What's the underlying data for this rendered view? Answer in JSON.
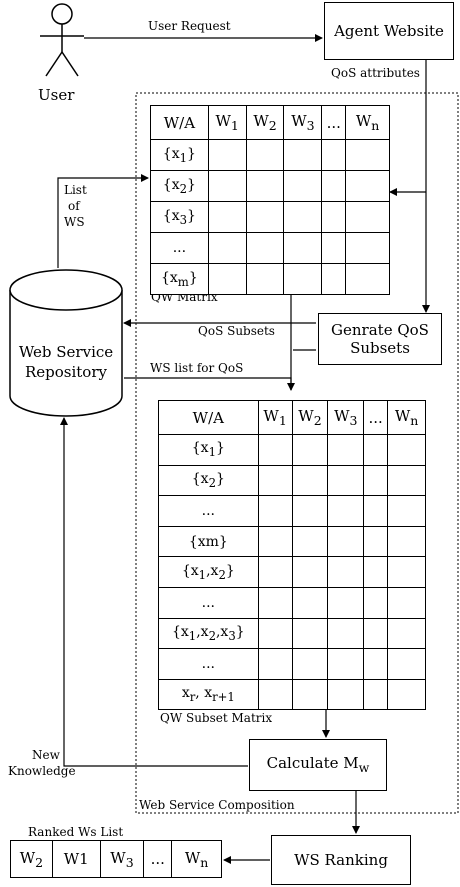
{
  "user": {
    "label": "User"
  },
  "labels": {
    "user_request": "User Request",
    "qos_attributes": "QoS attributes",
    "list_of_ws": [
      "List",
      "of",
      "WS"
    ],
    "qw_matrix": "QW Matrix",
    "qos_subsets": "QoS Subsets",
    "ws_list_for_qos": "WS list for QoS",
    "qw_subset_matrix": "QW Subset Matrix",
    "new_knowledge": [
      "New",
      "Knowledge"
    ],
    "web_service_composition": "Web Service Composition",
    "ranked_ws_list": "Ranked Ws List"
  },
  "boxes": {
    "agent_website": "Agent Website",
    "generate_qos_subsets": [
      "Genrate QoS",
      "Subsets"
    ],
    "calculate_mw_base": "Calculate M",
    "calculate_mw_sub": "w",
    "ws_ranking": "WS Ranking"
  },
  "repository": {
    "lines": [
      "Web Service",
      "Repository"
    ]
  },
  "qw_matrix": {
    "corner": "W/A",
    "columns": [
      {
        "base": "W",
        "sub": "1"
      },
      {
        "base": "W",
        "sub": "2"
      },
      {
        "base": "W",
        "sub": "3"
      },
      {
        "base": "...",
        "sub": ""
      },
      {
        "base": "W",
        "sub": "n"
      }
    ],
    "rows": [
      {
        "pre": "{x",
        "sub": "1",
        "post": "}"
      },
      {
        "pre": "{x",
        "sub": "2",
        "post": "}"
      },
      {
        "pre": "{x",
        "sub": "3",
        "post": "}"
      },
      {
        "pre": "...",
        "sub": "",
        "post": ""
      },
      {
        "pre": "{x",
        "sub": "m",
        "post": "}"
      }
    ]
  },
  "qw_subset_matrix": {
    "corner": "W/A",
    "columns": [
      {
        "base": "W",
        "sub": "1"
      },
      {
        "base": "W",
        "sub": "2"
      },
      {
        "base": "W",
        "sub": "3"
      },
      {
        "base": "...",
        "sub": ""
      },
      {
        "base": "W",
        "sub": "n"
      }
    ],
    "rows": [
      [
        {
          "t": "{x"
        },
        {
          "s": "1"
        },
        {
          "t": "}"
        }
      ],
      [
        {
          "t": "{x"
        },
        {
          "s": "2"
        },
        {
          "t": "}"
        }
      ],
      [
        {
          "t": "..."
        }
      ],
      [
        {
          "t": "{xm}"
        }
      ],
      [
        {
          "t": "{x"
        },
        {
          "s": "1"
        },
        {
          "t": ",x"
        },
        {
          "s": "2"
        },
        {
          "t": "}"
        }
      ],
      [
        {
          "t": "..."
        }
      ],
      [
        {
          "t": "{x"
        },
        {
          "s": "1"
        },
        {
          "t": ",x"
        },
        {
          "s": "2"
        },
        {
          "t": ",x"
        },
        {
          "s": "3"
        },
        {
          "t": "}"
        }
      ],
      [
        {
          "t": "..."
        }
      ],
      [
        {
          "t": "x"
        },
        {
          "s": "r"
        },
        {
          "t": ", x"
        },
        {
          "s": "r+1"
        }
      ]
    ]
  },
  "ranked_list": [
    {
      "base": "W",
      "sub": "2"
    },
    {
      "base": "W1",
      "sub": ""
    },
    {
      "base": "W",
      "sub": "3"
    },
    {
      "base": "...",
      "sub": ""
    },
    {
      "base": "W",
      "sub": "n"
    }
  ]
}
